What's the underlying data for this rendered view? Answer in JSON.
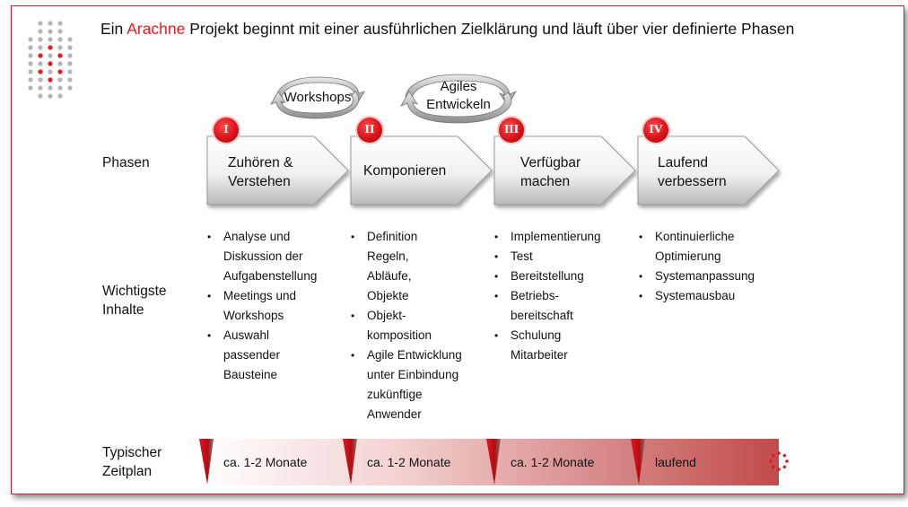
{
  "title": {
    "prefix": "Ein ",
    "highlight": "Arachne",
    "suffix": " Projekt beginnt mit einer ausführlichen Zielklärung und läuft über vier definierte Phasen"
  },
  "colors": {
    "accent": "#e11b22",
    "border": "#c8232c",
    "timeline_end": "#c24a4a"
  },
  "logo": {
    "icon": "dot-grid-logo-icon"
  },
  "cycles": [
    {
      "label": "Workshops",
      "icon": "cycle-arrows-icon"
    },
    {
      "label_line1": "Agiles",
      "label_line2": "Entwickeln",
      "icon": "cycle-arrows-icon"
    }
  ],
  "row_labels": {
    "phases": "Phasen",
    "contents_line1": "Wichtigste",
    "contents_line2": "Inhalte",
    "schedule_line1": "Typischer",
    "schedule_line2": "Zeitplan"
  },
  "phases": [
    {
      "numeral": "I",
      "line1": "Zuhören &",
      "line2": "Verstehen",
      "items": [
        "Analyse und",
        "Diskussion der",
        "Aufgabenstellung",
        "Meetings und",
        "Workshops",
        "Auswahl",
        "passender",
        "Bausteine"
      ],
      "duration": "ca. 1-2 Monate"
    },
    {
      "numeral": "II",
      "line1": "Komponieren",
      "line2": "",
      "items": [
        "Definition",
        "Regeln,",
        "Abläufe,",
        "Objekte",
        "Objekt-",
        "komposition",
        "Agile Entwicklung",
        "unter Einbindung",
        "zukünftige",
        "Anwender"
      ],
      "duration": "ca. 1-2 Monate"
    },
    {
      "numeral": "III",
      "line1": "Verfügbar",
      "line2": "machen",
      "items": [
        "Implementierung",
        "Test",
        "Bereitstellung",
        "Betriebs-",
        "bereitschaft",
        "Schulung",
        "Mitarbeiter"
      ],
      "duration": "ca. 1-2 Monate"
    },
    {
      "numeral": "IV",
      "line1": "Laufend",
      "line2": "verbessern",
      "items": [
        "Kontinuierliche",
        "Optimierung",
        "Systemanpassung",
        "Systemausbau"
      ],
      "duration": "laufend"
    }
  ]
}
